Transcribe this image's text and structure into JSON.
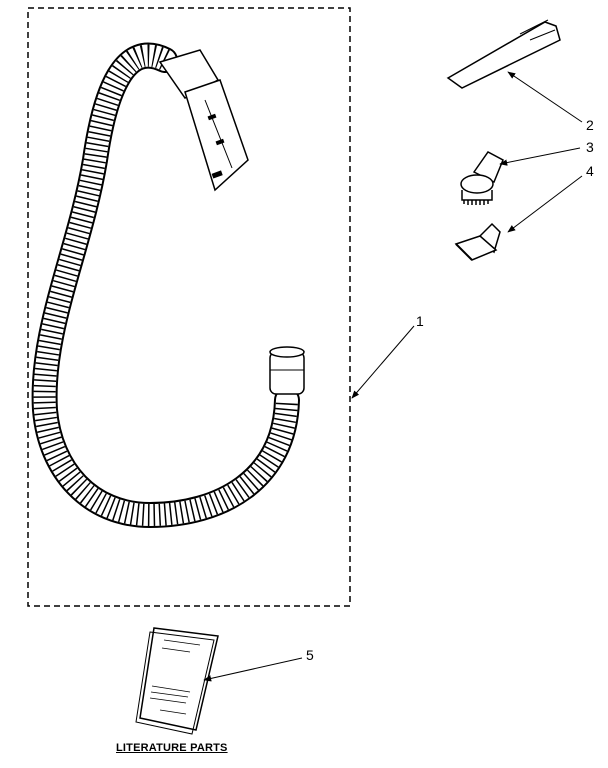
{
  "callouts": {
    "hose": "1",
    "crevice_tool": "2",
    "dusting_brush": "3",
    "upholstery_tool": "4",
    "literature": "5"
  },
  "caption": "LITERATURE PARTS"
}
